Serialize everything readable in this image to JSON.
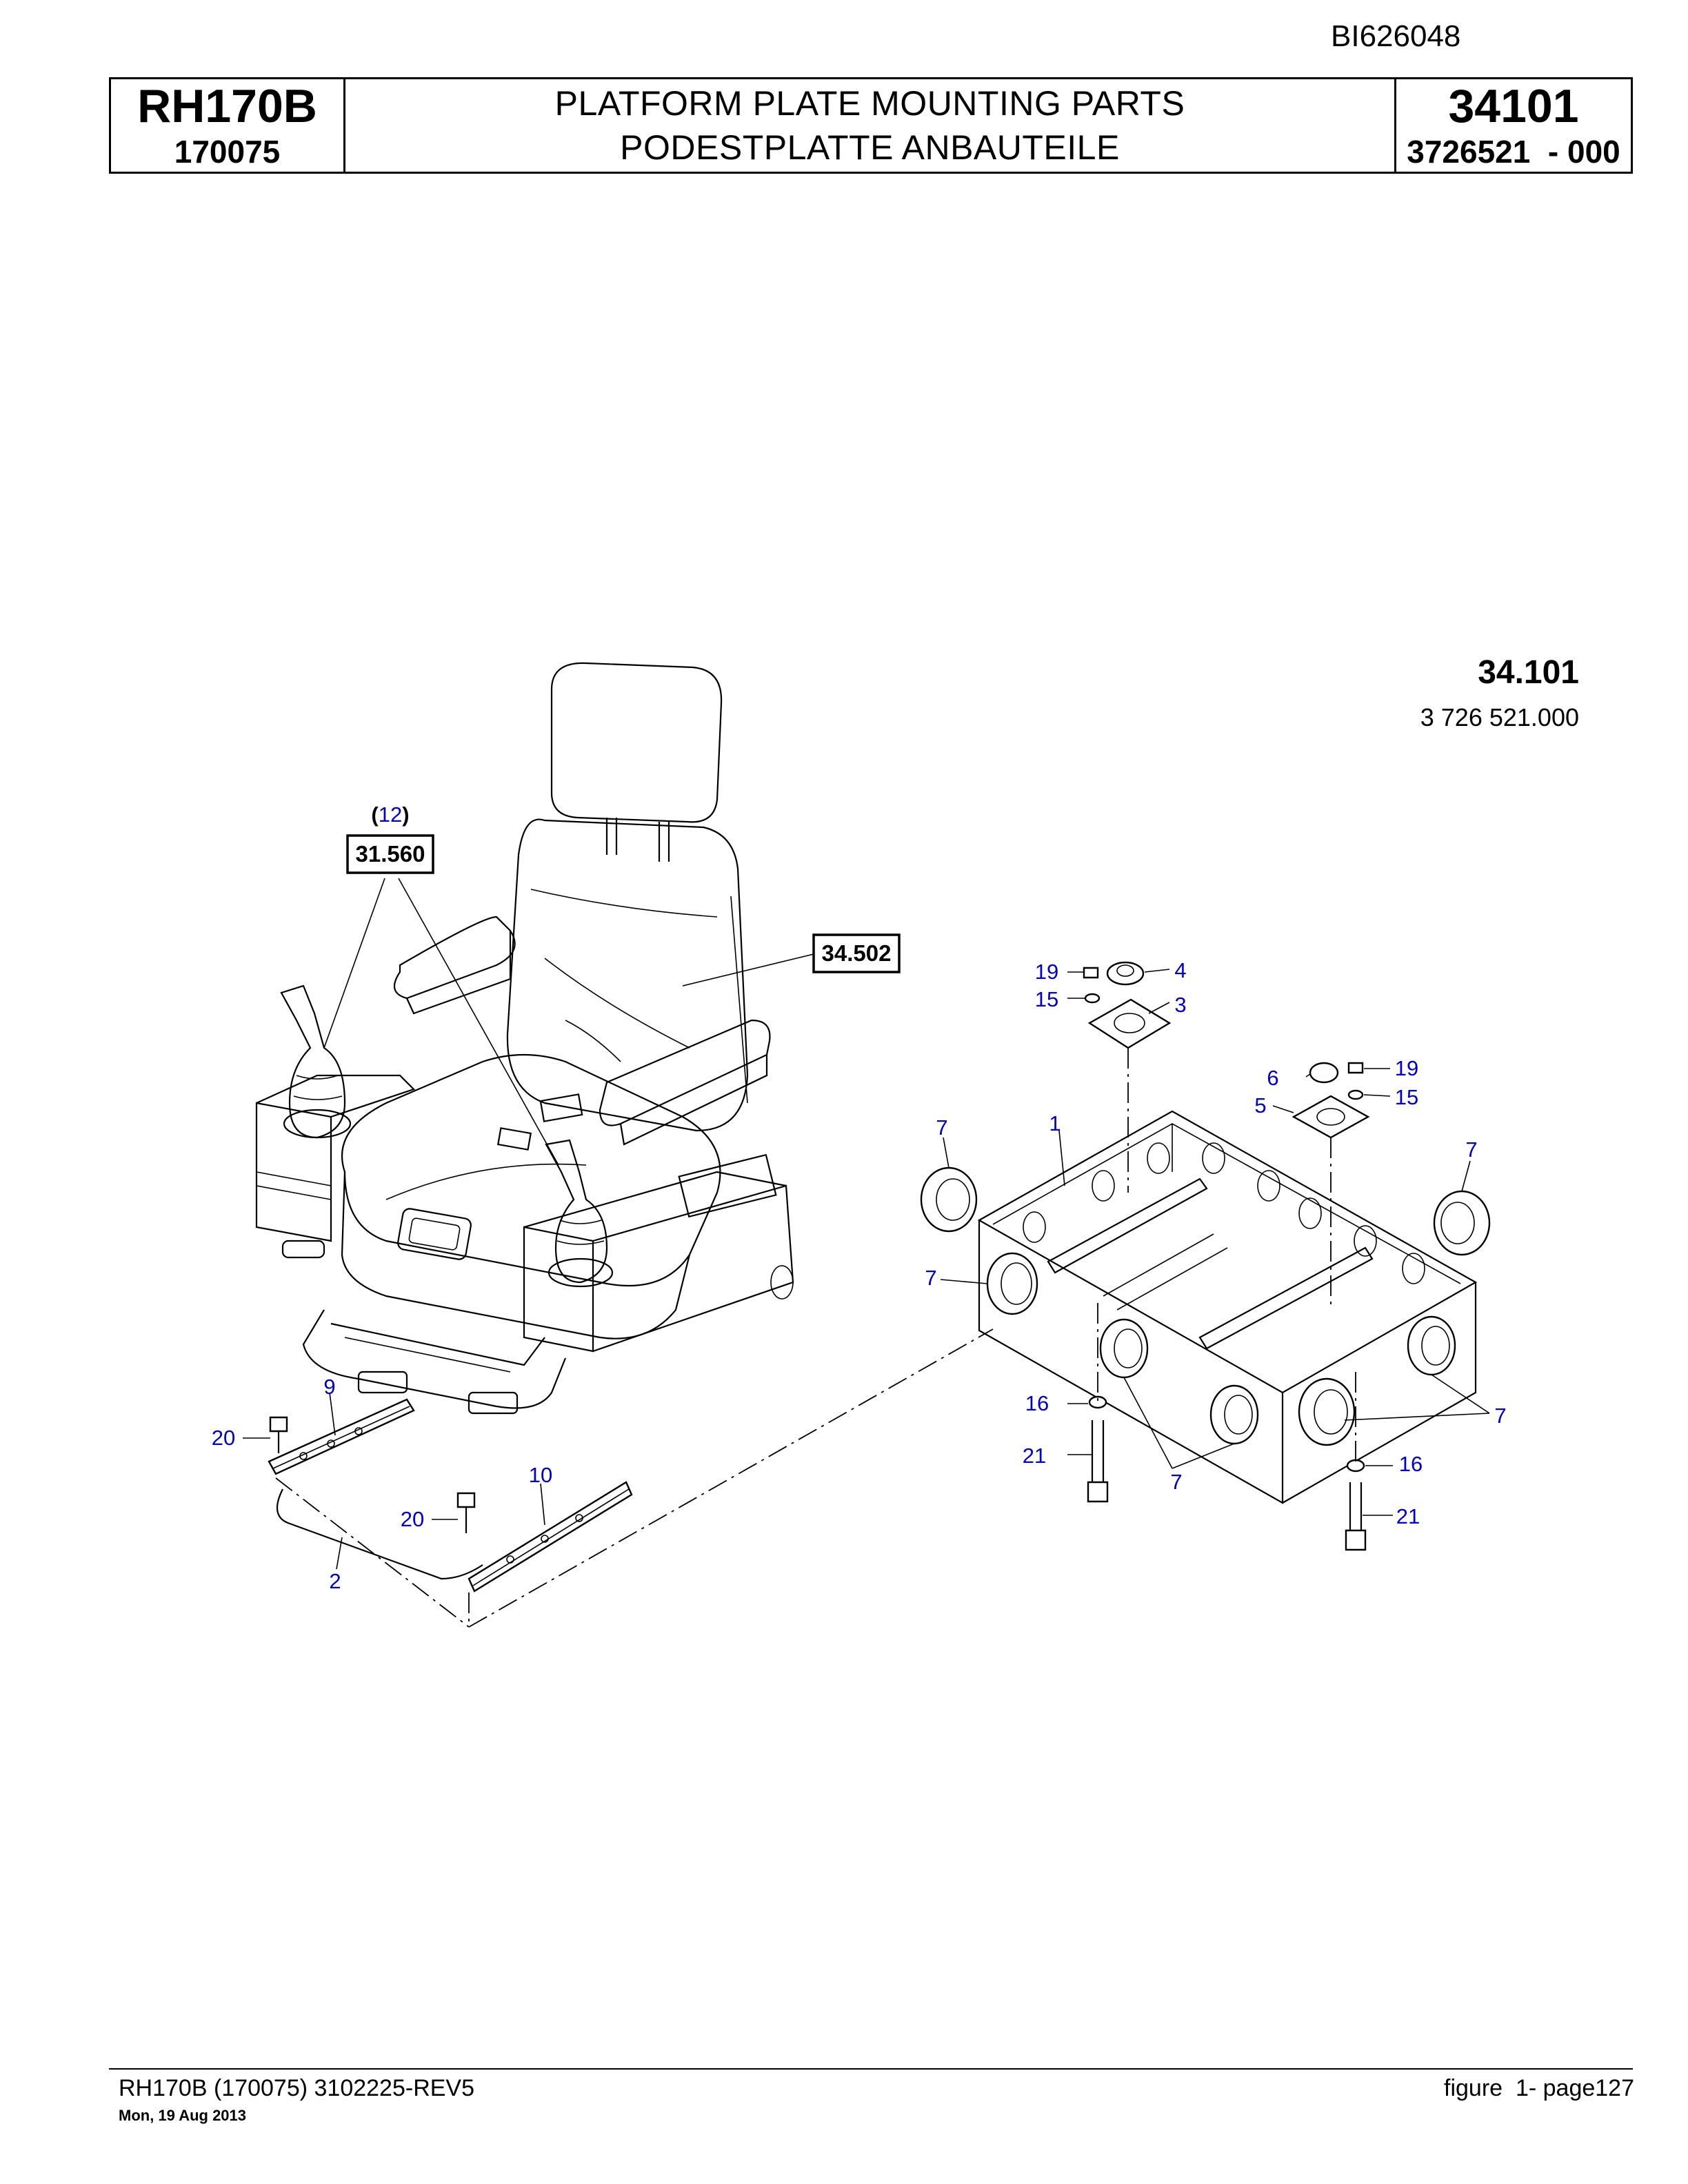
{
  "document_code": "BI626048",
  "header": {
    "model": "RH170B",
    "serial": "170075",
    "title_en": "PLATFORM PLATE MOUNTING PARTS",
    "title_de": "PODESTPLATTE ANBAUTEILE",
    "group_number": "34101",
    "part_number": "3726521  - 000"
  },
  "figure": {
    "number": "34.101",
    "part_number": "3 726 521.000",
    "ref_boxes": {
      "joystick_group": "31.560",
      "joystick_qty_open": "(",
      "joystick_qty": "12",
      "joystick_qty_close": ")",
      "seat_group": "34.502"
    },
    "callouts": {
      "c1": "1",
      "c2": "2",
      "c3": "3",
      "c4": "4",
      "c5": "5",
      "c6": "6",
      "c7a": "7",
      "c7b": "7",
      "c7c": "7",
      "c7d": "7",
      "c7e": "7",
      "c9": "9",
      "c10": "10",
      "c15a": "15",
      "c15b": "15",
      "c16a": "16",
      "c16b": "16",
      "c19a": "19",
      "c19b": "19",
      "c20a": "20",
      "c20b": "20",
      "c21a": "21",
      "c21b": "21"
    }
  },
  "footer": {
    "left": "RH170B (170075) 3102225-REV5",
    "date": "Mon, 19 Aug 2013",
    "right": "figure  1- page127"
  }
}
